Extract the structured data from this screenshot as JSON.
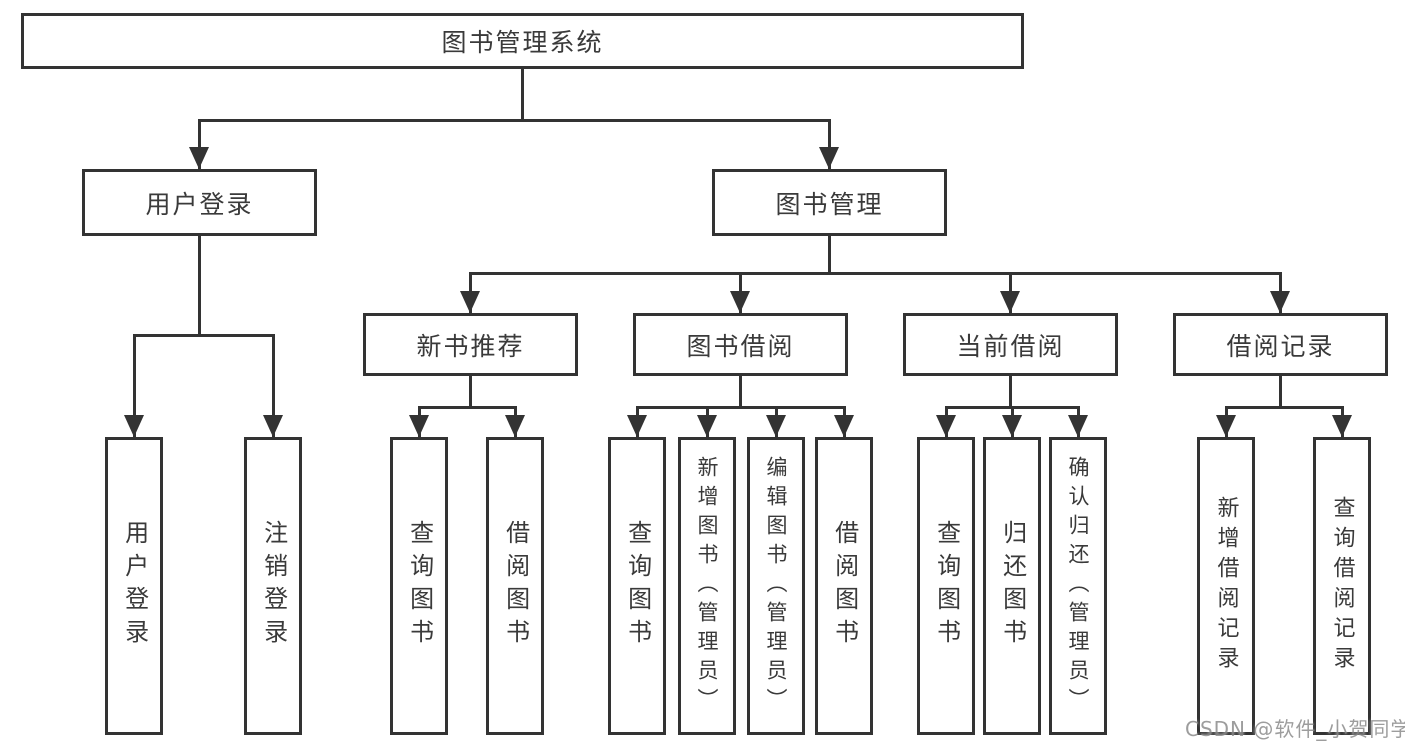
{
  "diagram": {
    "root": {
      "label": "图书管理系统"
    },
    "branches": [
      {
        "label": "用户登录",
        "children": [
          {
            "label": "用户登录"
          },
          {
            "label": "注销登录"
          }
        ]
      },
      {
        "label": "图书管理",
        "children": [
          {
            "label": "新书推荐",
            "children": [
              {
                "label": "查询图书"
              },
              {
                "label": "借阅图书"
              }
            ]
          },
          {
            "label": "图书借阅",
            "children": [
              {
                "label": "查询图书"
              },
              {
                "label": "新增图书（管理员）"
              },
              {
                "label": "编辑图书（管理员）"
              },
              {
                "label": "借阅图书"
              }
            ]
          },
          {
            "label": "当前借阅",
            "children": [
              {
                "label": "查询图书"
              },
              {
                "label": "归还图书"
              },
              {
                "label": "确认归还（管理员）"
              }
            ]
          },
          {
            "label": "借阅记录",
            "children": [
              {
                "label": "新增借阅记录"
              },
              {
                "label": "查询借阅记录"
              }
            ]
          }
        ]
      }
    ]
  },
  "watermark": {
    "text": "CSDN @软件_小贺同学"
  },
  "colors": {
    "line": "#333333",
    "text": "#3a3a3a",
    "background": "#ffffff",
    "watermark": "#8c8c8c"
  }
}
